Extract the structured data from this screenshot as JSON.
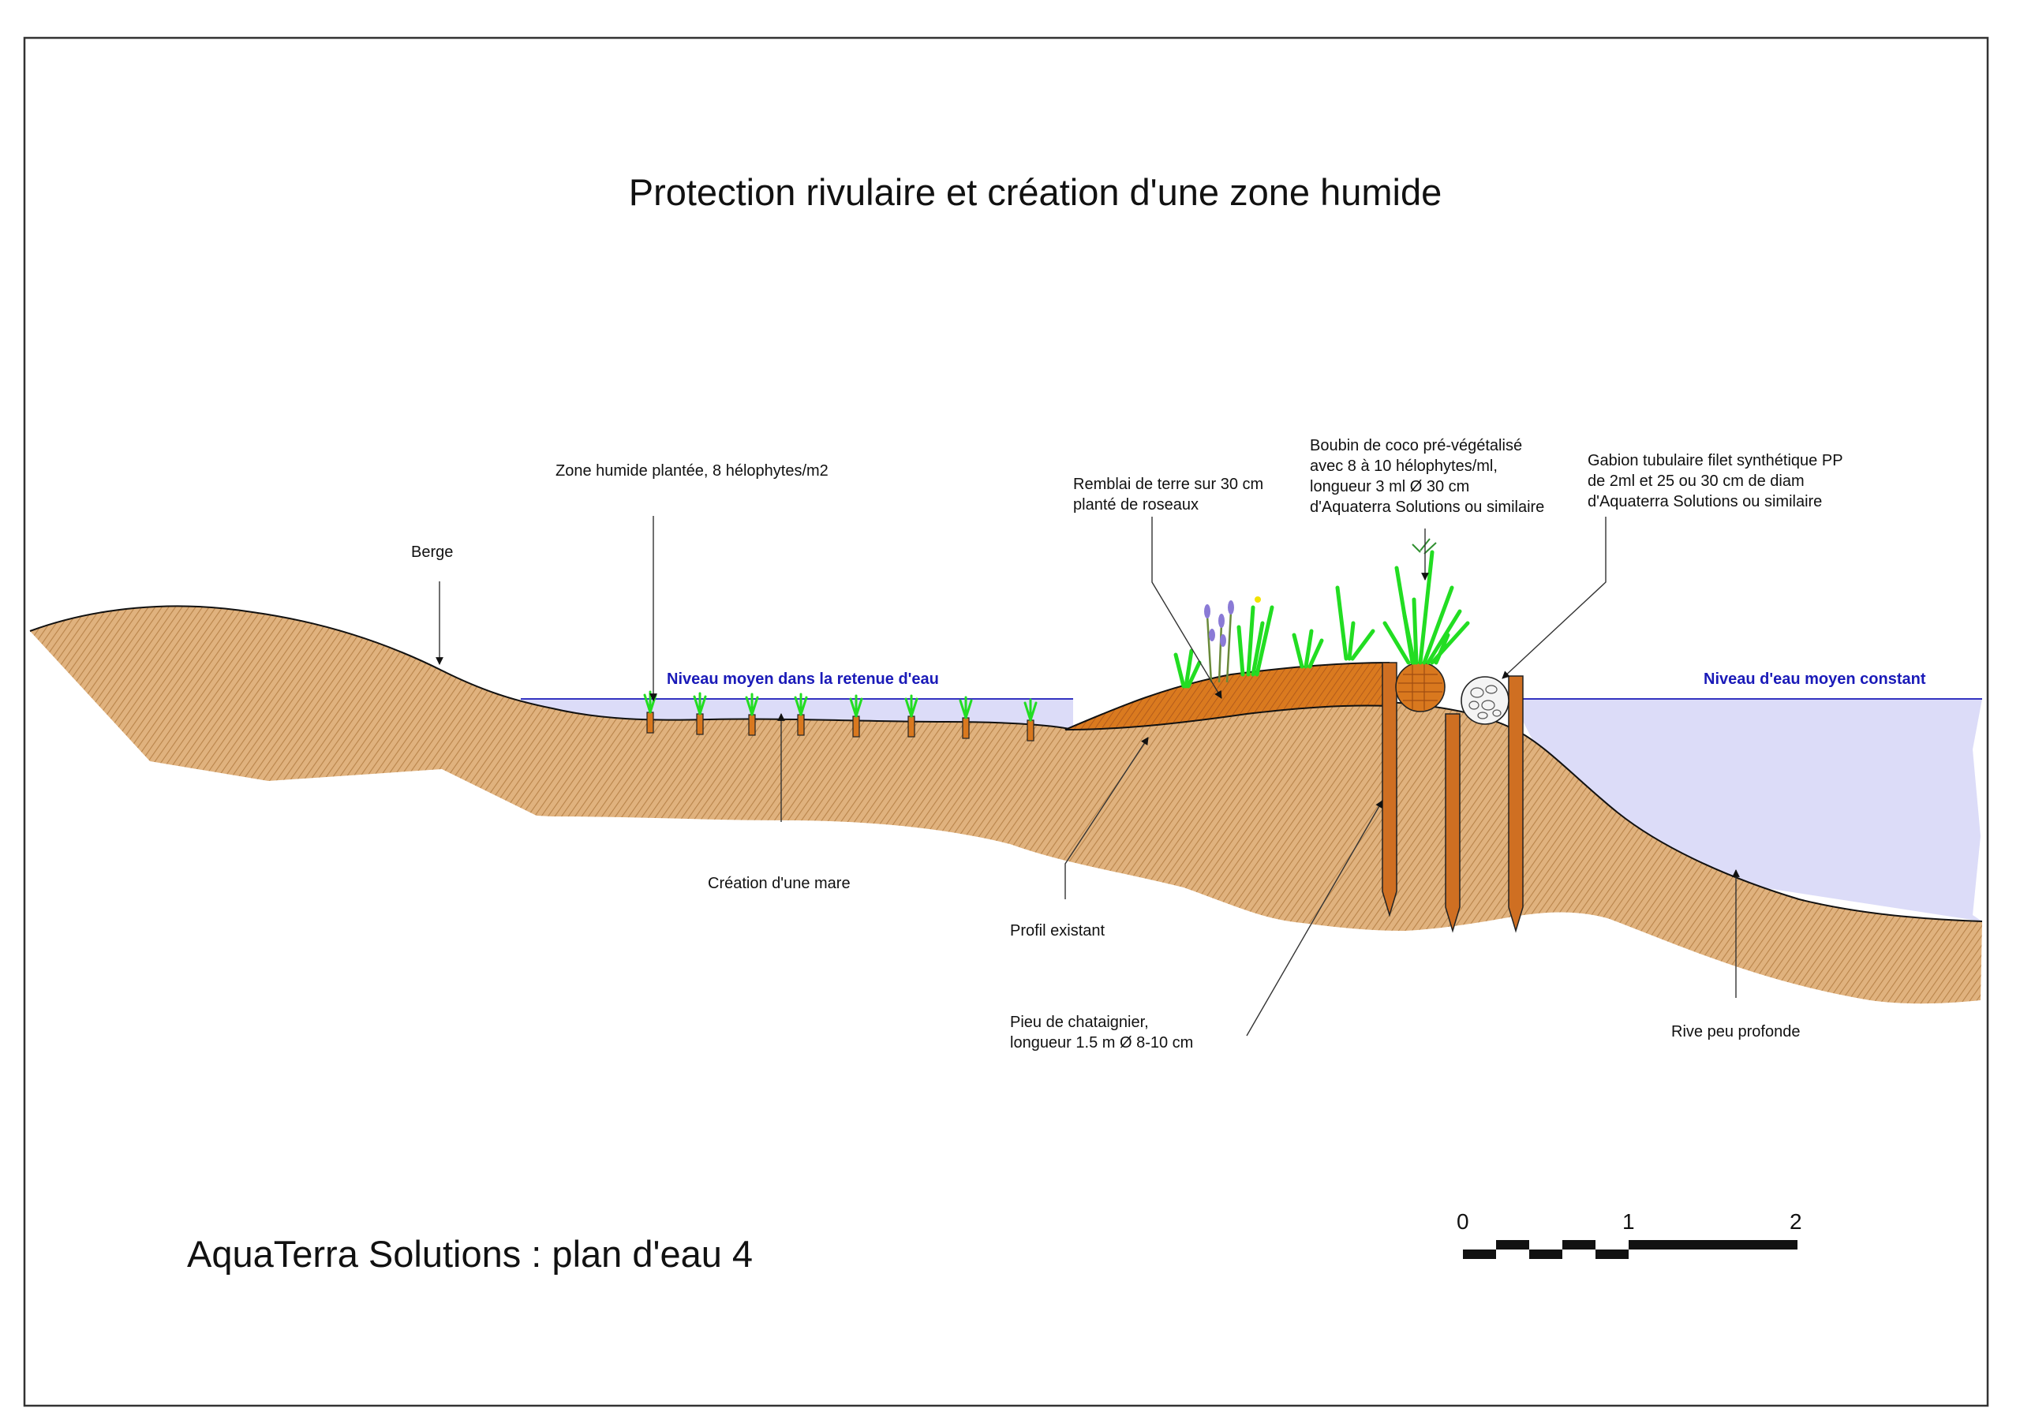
{
  "title": "Protection rivulaire et création d'une zone humide",
  "footer": "AquaTerra Solutions : plan d'eau 4",
  "labels": {
    "berge": "Berge",
    "zone_humide": "Zone humide plantée, 8 hélophytes/m2",
    "niveau_retenue": "Niveau moyen dans la retenue d'eau",
    "niveau_constant": "Niveau d'eau moyen constant",
    "creation_mare": "Création d'une mare",
    "profil_existant": "Profil existant",
    "remblai": [
      "Remblai de terre sur 30 cm",
      "planté de roseaux"
    ],
    "boudin": [
      "Boubin de coco pré-végétalisé",
      "avec 8 à 10 hélophytes/ml,",
      "longueur 3 ml Ø 30 cm",
      "d'Aquaterra Solutions  ou similaire"
    ],
    "gabion": [
      "Gabion tubulaire filet synthétique PP",
      "de 2ml et 25 ou 30 cm de diam",
      "d'Aquaterra Solutions ou similaire"
    ],
    "pieu": [
      "Pieu de chataignier,",
      "longueur 1.5 m Ø 8-10 cm"
    ],
    "rive": "Rive peu profonde"
  },
  "scale_bar": {
    "ticks": [
      "0",
      "1",
      "2"
    ]
  },
  "colors": {
    "soil": "#e0b27e",
    "soil_hatch": "#b9844a",
    "fill_embankment": "#d9781e",
    "water": "#dcdcf8",
    "water_line": "#1a1ab8",
    "stake": "#cf6f22",
    "reed": "#22dd22",
    "border": "#333333"
  },
  "icons": [
    "reed-plant-icon",
    "lavender-plant-icon",
    "coconut-roll-icon",
    "gabion-icon",
    "stake-icon",
    "arrow-icon"
  ]
}
